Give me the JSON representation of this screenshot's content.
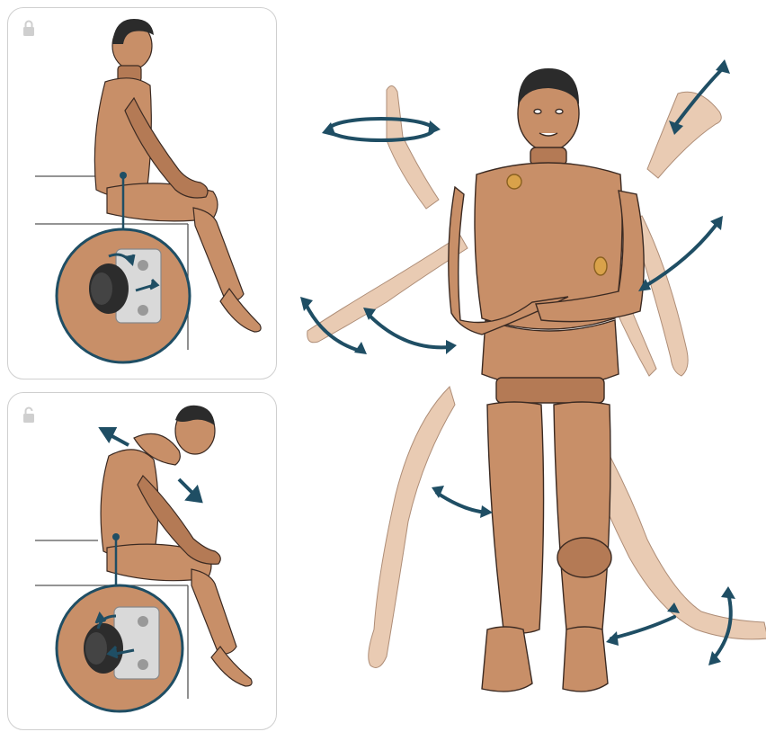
{
  "colors": {
    "skin": "#c88f68",
    "skin_dark": "#a8704c",
    "skin_ghost": "#e6c2a6",
    "outline": "#3b2a22",
    "hair": "#2b2b2b",
    "arrow": "#1f4e64",
    "panel_border": "#cfcfcf",
    "lock_icon": "#cfcfcf",
    "knob": "#2c2c2c",
    "bracket": "#d9d9d9"
  },
  "icons": {
    "locked_panel": "padlock-closed-icon",
    "unlocked_panel": "padlock-open-icon"
  },
  "panels": [
    {
      "name": "locked-posture-panel",
      "state": "locked"
    },
    {
      "name": "unlocked-posture-panel",
      "state": "unlocked"
    }
  ]
}
